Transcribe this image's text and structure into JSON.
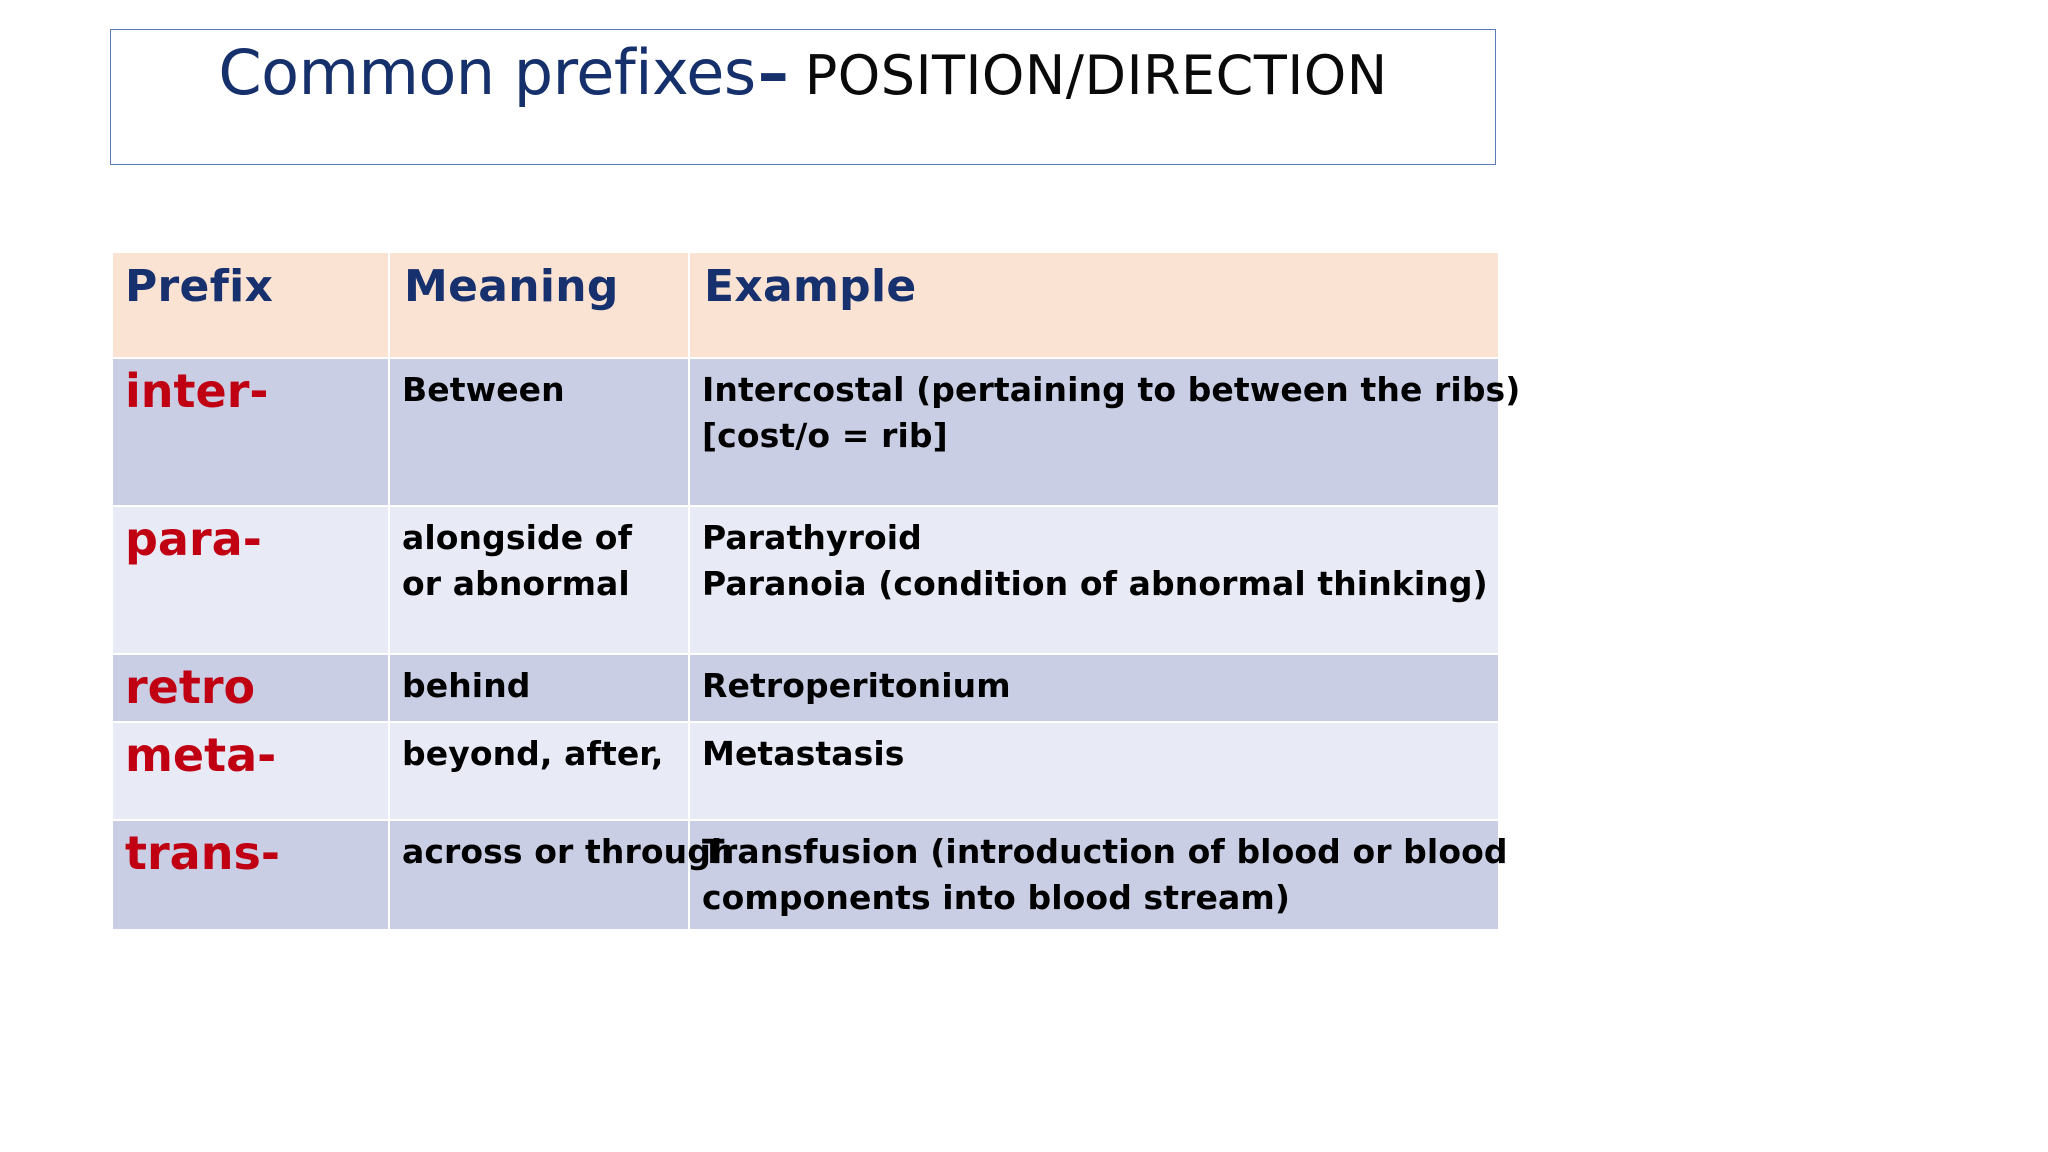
{
  "slide": {
    "title": {
      "main": "Common prefixes",
      "dash": "–",
      "subtitle": "POSITION/DIRECTION"
    },
    "colors": {
      "title_navy": "#15306b",
      "header_band": "#fae3d3",
      "header_text": "#17306e",
      "row_band_dark": "#c9cee4",
      "row_band_light": "#e8eaf5",
      "prefix_red": "#c00012",
      "border_blue": "#5b7cb5"
    }
  },
  "table": {
    "headers": [
      "Prefix",
      "Meaning",
      "Example"
    ],
    "rows": [
      {
        "prefix": "inter-",
        "meaning_lines": [
          "Between"
        ],
        "example_lines": [
          "Intercostal  (pertaining to between the ribs)",
          "[cost/o = rib]"
        ]
      },
      {
        "prefix": "para-",
        "meaning_lines": [
          "alongside of",
          "or abnormal"
        ],
        "example_lines": [
          "Parathyroid",
          "Paranoia (condition of abnormal thinking)"
        ]
      },
      {
        "prefix": "retro",
        "meaning_lines": [
          "behind"
        ],
        "example_lines": [
          "Retroperitonium"
        ]
      },
      {
        "prefix": "meta-",
        "meaning_lines": [
          "beyond, after,"
        ],
        "example_lines": [
          "Metastasis"
        ]
      },
      {
        "prefix": "trans-",
        "meaning_lines": [
          "across or through"
        ],
        "example_lines": [
          "Transfusion (introduction of blood or blood",
          "components into  blood stream)"
        ]
      }
    ]
  }
}
